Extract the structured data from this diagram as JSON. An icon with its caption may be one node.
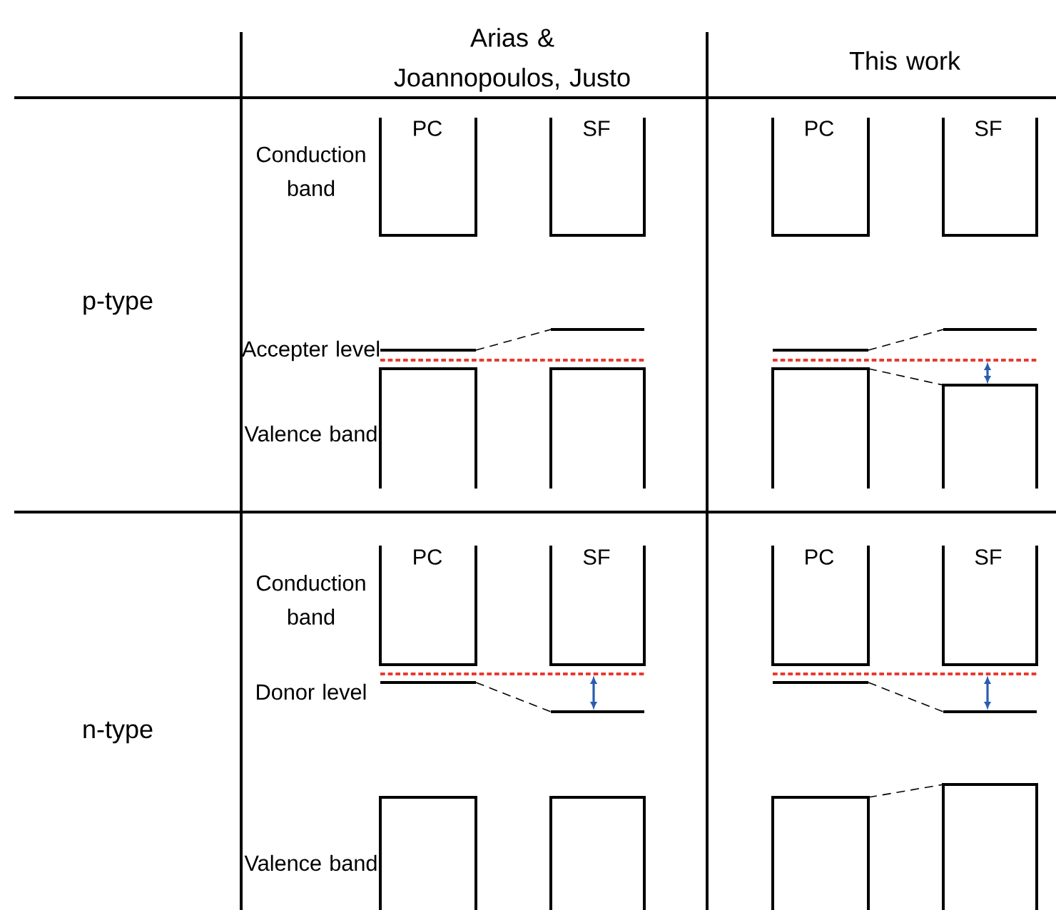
{
  "diagram": {
    "labels": [
      "Arias & Joannopoulos, Justo",
      "This work",
      "p-type",
      "Conduction band",
      "PC",
      "SF",
      "PC",
      "SF",
      "Accepter level",
      "Valence band",
      "n-type",
      "Conduction band",
      "PC",
      "SF",
      "PC",
      "SF",
      "Donor level",
      "Valence band"
    ]
  }
}
